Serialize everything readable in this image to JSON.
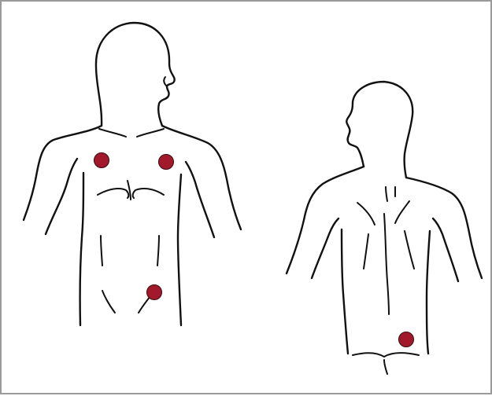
{
  "colors": {
    "frame_border": "#9a9a9a",
    "background": "#ffffff",
    "line": "#111111",
    "marker": "#a1192b"
  },
  "figures": [
    {
      "id": "front",
      "view": "front",
      "marker_count": 3
    },
    {
      "id": "back",
      "view": "back",
      "marker_count": 1
    }
  ]
}
